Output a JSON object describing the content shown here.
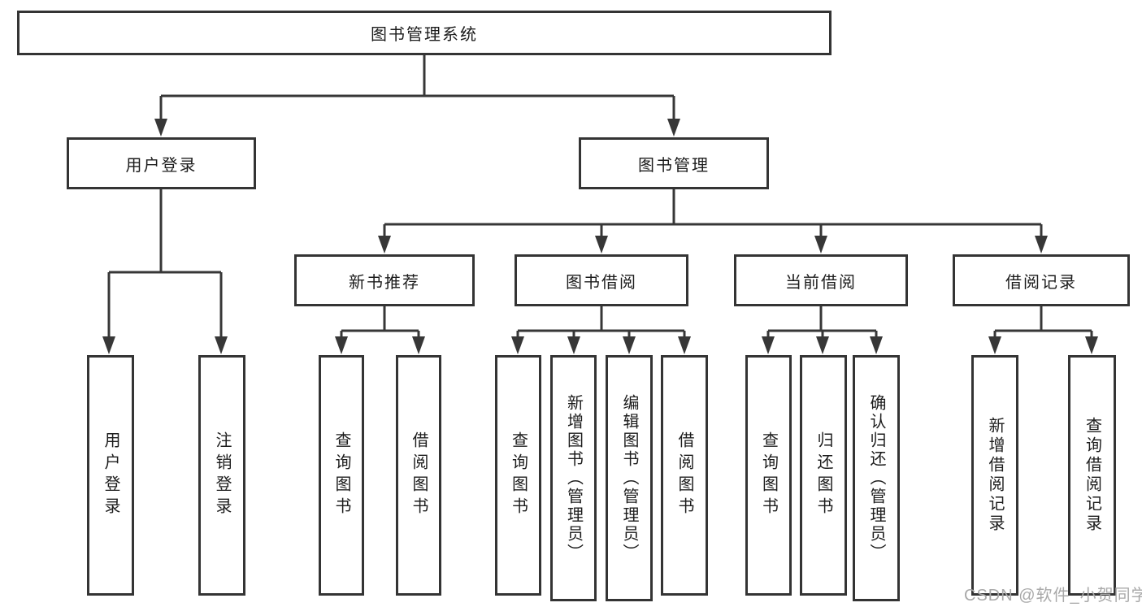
{
  "diagram_title": "图书管理系统",
  "colors": {
    "background": "#ffffff",
    "box_border": "#343434",
    "connector_line": "#373737",
    "text": "#1c1c1c",
    "watermark_text": "#a9a9a9"
  },
  "nodes": {
    "root": {
      "label": "图书管理系统"
    },
    "user_login": {
      "label": "用户登录"
    },
    "book_management": {
      "label": "图书管理"
    },
    "new_book_recommend": {
      "label": "新书推荐"
    },
    "book_borrowing": {
      "label": "图书借阅"
    },
    "current_borrowing": {
      "label": "当前借阅"
    },
    "borrowing_records": {
      "label": "借阅记录"
    },
    "leaf_user_login": {
      "label": "用户登录"
    },
    "leaf_logout": {
      "label": "注销登录"
    },
    "leaf_nbr_query_books": {
      "label": "查询图书"
    },
    "leaf_nbr_borrow_books": {
      "label": "借阅图书"
    },
    "leaf_bb_query_books": {
      "label": "查询图书"
    },
    "leaf_bb_add_books": {
      "label": "新增图书（管理员）"
    },
    "leaf_bb_edit_books": {
      "label": "编辑图书（管理员）"
    },
    "leaf_bb_borrow_books": {
      "label": "借阅图书"
    },
    "leaf_cb_query_books": {
      "label": "查询图书"
    },
    "leaf_cb_return_books": {
      "label": "归还图书"
    },
    "leaf_cb_confirm_return": {
      "label": "确认归还（管理员）"
    },
    "leaf_br_add_record": {
      "label": "新增借阅记录"
    },
    "leaf_br_query_record": {
      "label": "查询借阅记录"
    }
  },
  "hierarchy": {
    "图书管理系统": {
      "用户登录": [
        "用户登录",
        "注销登录"
      ],
      "图书管理": {
        "新书推荐": [
          "查询图书",
          "借阅图书"
        ],
        "图书借阅": [
          "查询图书",
          "新增图书（管理员）",
          "编辑图书（管理员）",
          "借阅图书"
        ],
        "当前借阅": [
          "查询图书",
          "归还图书",
          "确认归还（管理员）"
        ],
        "借阅记录": [
          "新增借阅记录",
          "查询借阅记录"
        ]
      }
    }
  },
  "watermark": {
    "text": "CSDN @软件_小贺同学"
  }
}
